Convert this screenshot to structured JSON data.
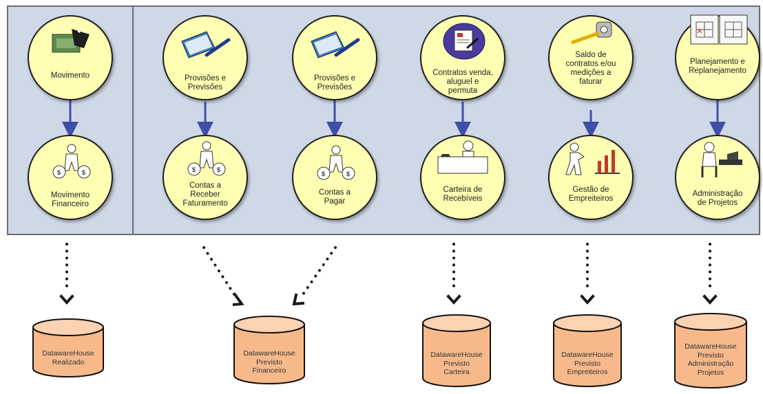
{
  "columns": [
    {
      "top_label": "Movimento",
      "bottom_label": "Movimento\nFinanceiro",
      "top_icon": "money-hand-icon",
      "bottom_icon": "money-bags-person-icon"
    },
    {
      "top_label": "Provisões e\nPrevisões",
      "bottom_label": "Contas a\nReceber\nFaturamento",
      "top_icon": "checkbook-pen-icon",
      "bottom_icon": "money-bags-person-icon"
    },
    {
      "top_label": "Provisões e\nPrevisões",
      "bottom_label": "Contas a\nPagar",
      "top_icon": "checkbook-pen-icon",
      "bottom_icon": "money-bags-person-icon"
    },
    {
      "top_label": "Contratos venda,\naluguel e\npermuta",
      "bottom_label": "Carteira de\nRecebíveis",
      "top_icon": "contract-signing-icon",
      "bottom_icon": "desk-phone-person-icon"
    },
    {
      "top_label": "Saldo de\ncontratos e/ou\nmedições a\nfaturar",
      "bottom_label": "Gestão de\nEmpreiteiros",
      "top_icon": "tape-measure-icon",
      "bottom_icon": "presenter-chart-icon"
    },
    {
      "top_label": "Planejamento e\nReplanejamento",
      "bottom_label": "Administração\nde Projetos",
      "top_icon": "blueprint-book-icon",
      "bottom_icon": "desk-worker-icon"
    }
  ],
  "warehouses": [
    {
      "label": "DatawareHouse\nRealizado"
    },
    {
      "label": "DatawareHouse\nPrevisto\nFinanceiro"
    },
    {
      "label": "DatawareHouse\nPrevisto\nCarteira"
    },
    {
      "label": "DatawareHouse\nPrevisto\nEmpreiteiros"
    },
    {
      "label": "DatawareHouse\nPrevisto\nAdministração\nProjetos"
    }
  ],
  "colors": {
    "panel_bg": "#cfd8e6",
    "circle_fill": "#ffffb3",
    "arrow": "#3f4ea8",
    "cylinder_fill": "#f7b98a",
    "cylinder_top": "#fcd3b2"
  }
}
